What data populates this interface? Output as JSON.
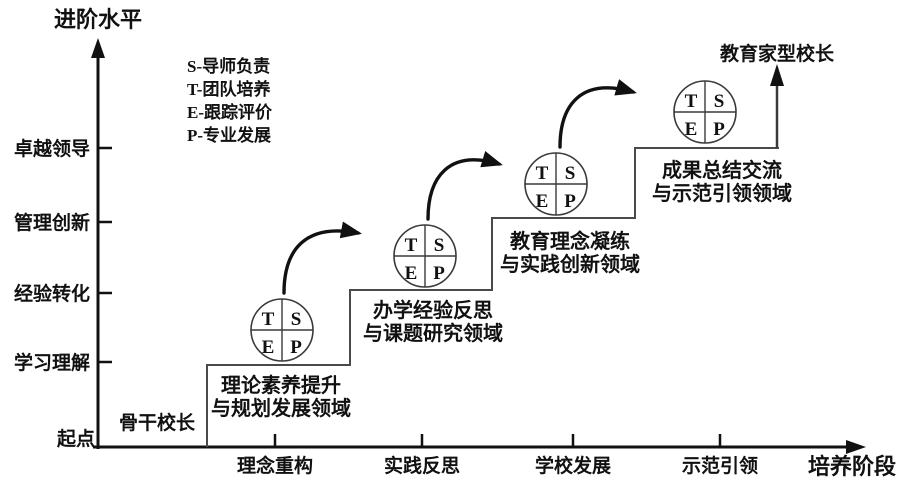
{
  "y_axis": {
    "title": "进阶水平",
    "ticks": [
      "卓越领导",
      "管理创新",
      "经验转化",
      "学习理解",
      "起点"
    ]
  },
  "x_axis": {
    "title": "培养阶段",
    "ticks": [
      "理念重构",
      "实践反思",
      "学校发展",
      "示范引领"
    ]
  },
  "legend": {
    "items": [
      "S-导师负责",
      "T-团队培养",
      "E-跟踪评价",
      "P-专业发展"
    ]
  },
  "labels": {
    "start": "骨干校长",
    "end": "教育家型校长"
  },
  "quadrant": {
    "tl": "T",
    "tr": "S",
    "bl": "E",
    "br": "P"
  },
  "steps": [
    {
      "line1": "理论素养提升",
      "line2": "与规划发展领域"
    },
    {
      "line1": "办学经验反思",
      "line2": "与课题研究领域"
    },
    {
      "line1": "教育理念凝练",
      "line2": "与实践创新领域"
    },
    {
      "line1": "成果总结交流",
      "line2": "与示范引领领域"
    }
  ],
  "colors": {
    "axis": "#111111",
    "stair": "#4a4a4a",
    "circle_stroke": "#3a3a3a",
    "background": "#ffffff"
  }
}
